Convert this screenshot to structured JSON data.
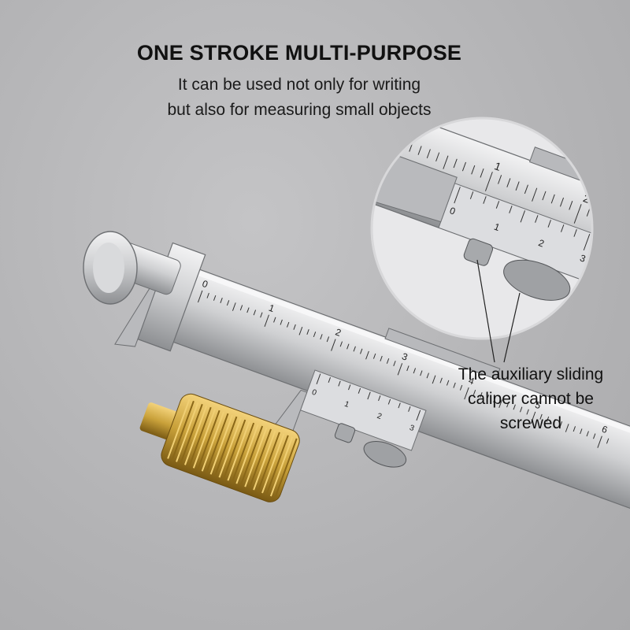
{
  "headline": "ONE STROKE MULTI-PURPOSE",
  "subtitle_line1": "It can be used not only for writing",
  "subtitle_line2": "but also for measuring small objects",
  "callout_line1": "The auxiliary sliding",
  "callout_line2": "caliper cannot be",
  "callout_line3": "screwed",
  "main_scale_numbers": [
    "0",
    "1",
    "2",
    "3",
    "4",
    "5",
    "6"
  ],
  "vernier_numbers": [
    "0",
    "1",
    "2",
    "3"
  ],
  "inset_main_numbers": [
    "1",
    "2"
  ],
  "inset_vernier_numbers": [
    "0",
    "1",
    "2",
    "3"
  ],
  "colors": {
    "steel": "#c8c9cb",
    "brass": "#c9a13a",
    "text": "#111111"
  }
}
